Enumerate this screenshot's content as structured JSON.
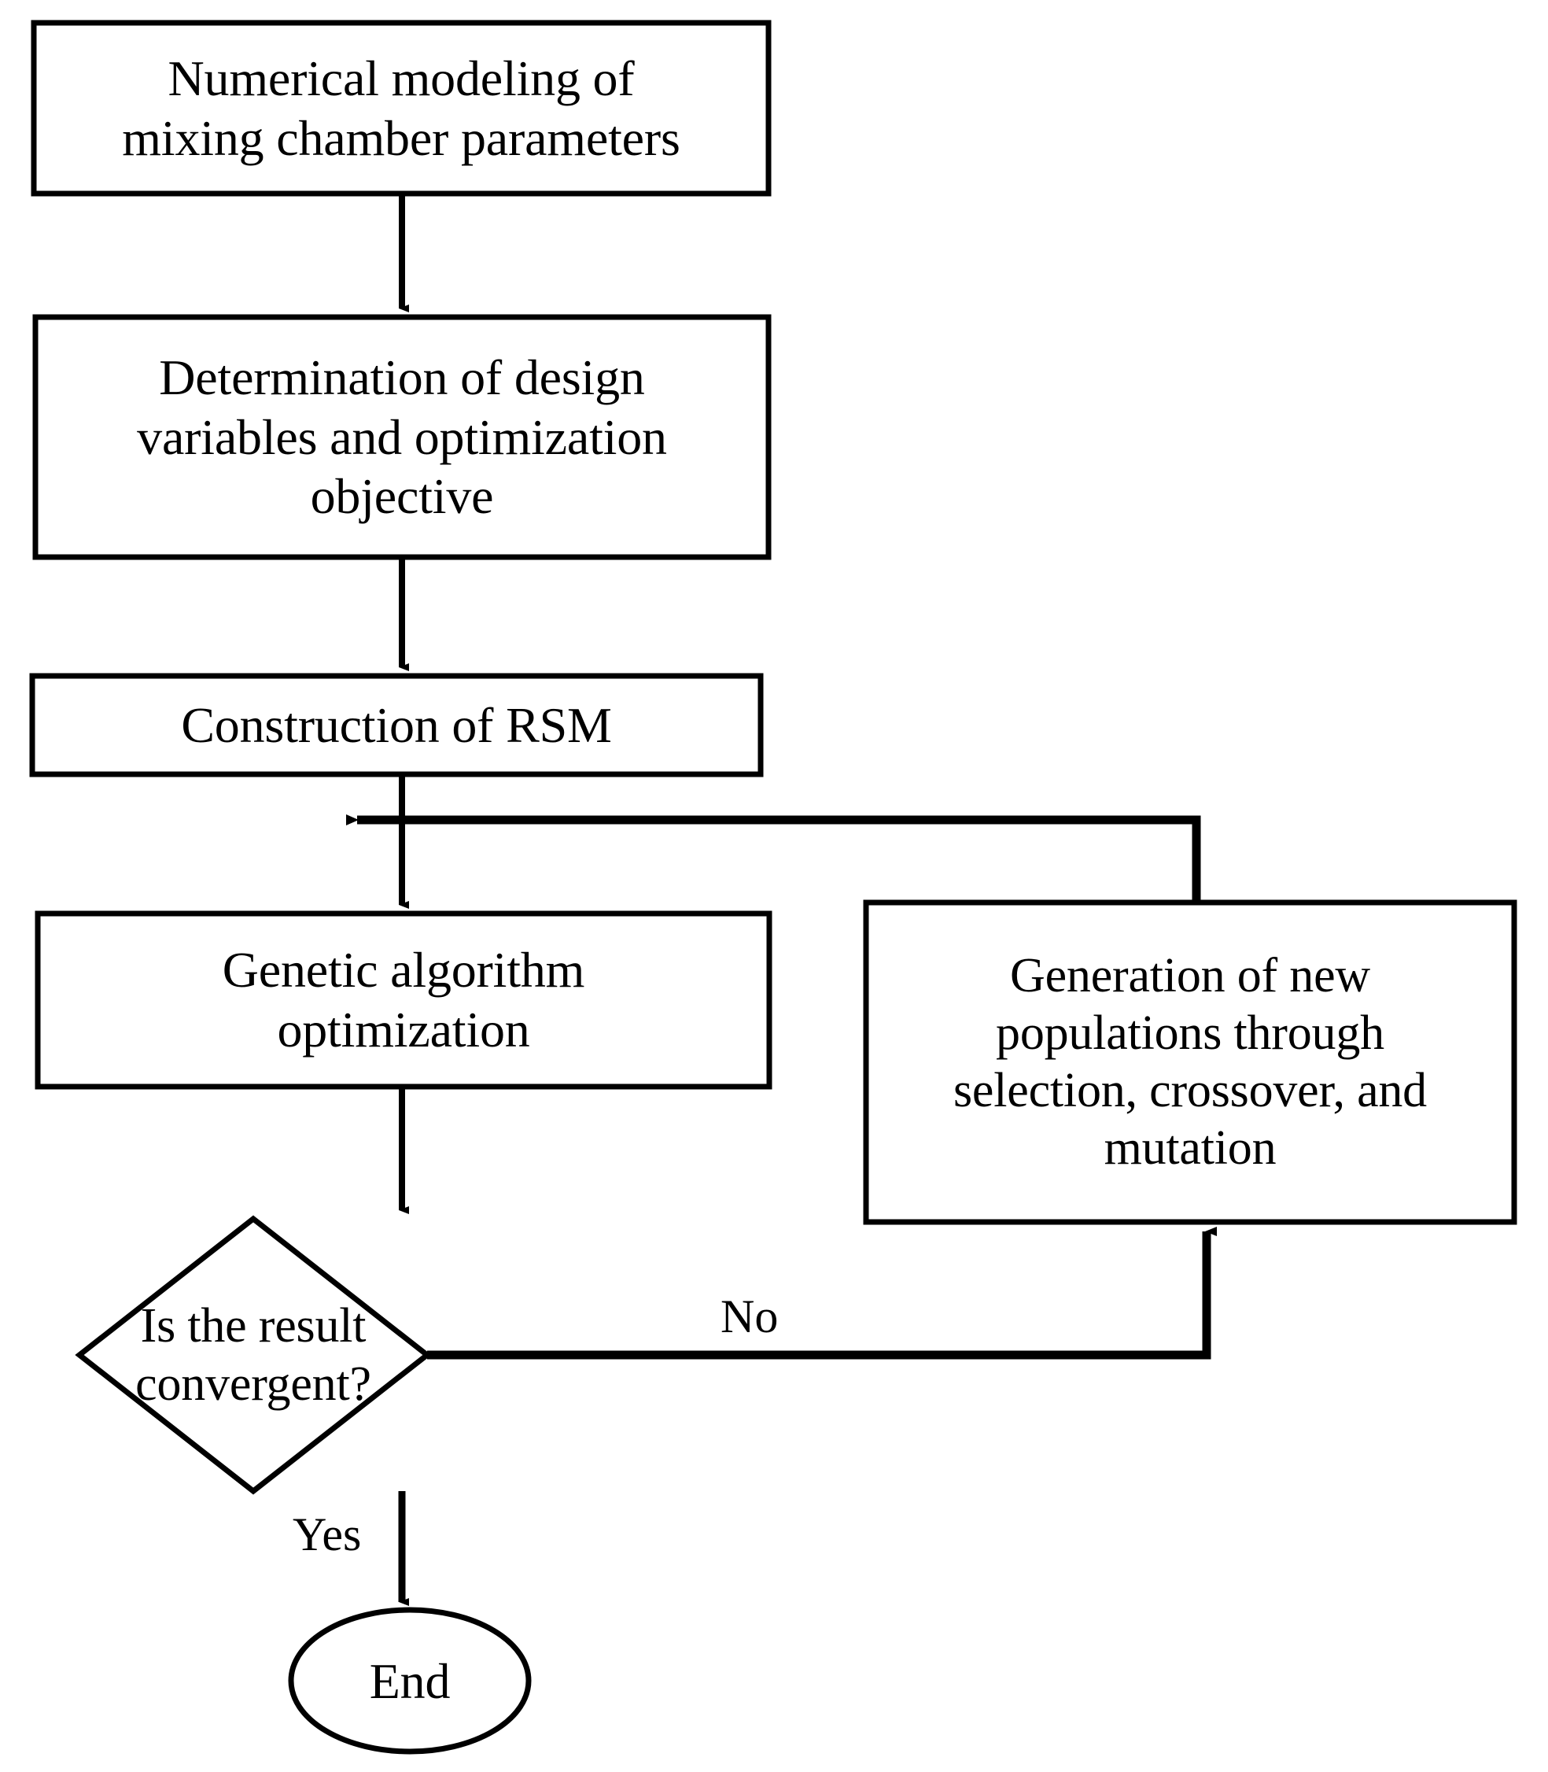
{
  "diagram": {
    "title": "Optimization workflow flowchart",
    "background_color": "#ffffff",
    "stroke_color": "#000000",
    "nodes": {
      "numerical_modeling": {
        "shape": "process",
        "text": "Numerical modeling  of\nmixing chamber parameters"
      },
      "determination": {
        "shape": "process",
        "text": "Determination of design\nvariables and optimization\nobjective"
      },
      "construction_rsm": {
        "shape": "process",
        "text": "Construction of RSM"
      },
      "genetic_algorithm": {
        "shape": "process",
        "text": "Genetic algorithm\noptimization"
      },
      "generation_populations": {
        "shape": "process",
        "text": "Generation of new\npopulations through\nselection, crossover, and\nmutation"
      },
      "decision_convergent": {
        "shape": "decision",
        "text": "Is the result\nconvergent?"
      },
      "end": {
        "shape": "terminator",
        "text": "End"
      }
    },
    "edge_labels": {
      "no": "No",
      "yes": "Yes"
    }
  }
}
